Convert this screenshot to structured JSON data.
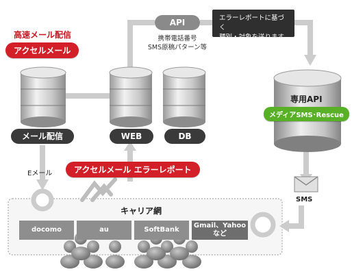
{
  "colors": {
    "accent_red": "#d21f28",
    "dark": "#3a3a3a",
    "green": "#58b027",
    "gray_arrow": "#cccccc",
    "carrier_gray": "#8e8e8e"
  },
  "header": {
    "product_caption": "高速メール配信",
    "product_name": "アクセルメール"
  },
  "nodes": {
    "mail_delivery": "メール配信",
    "web": "WEB",
    "db": "DB",
    "api": "API",
    "api_note_line1": "携帯電話番号",
    "api_note_line2": "SMS原稿パターン等",
    "dedicated_api": "専用API",
    "media_sms": "メディアSMS･Rescue"
  },
  "callout": {
    "line1": "エラーレポートに基づく",
    "line2": "種別・対象を送ります。"
  },
  "labels": {
    "email": "Eメール",
    "error_report": "アクセルメール エラーレポート",
    "sms": "SMS",
    "carrier_network": "キャリア網"
  },
  "carriers": [
    "docomo",
    "au",
    "SoftBank"
  ],
  "carrier_other_line1": "Gmail、Yahoo",
  "carrier_other_line2": "など",
  "icons": [
    "database-icon",
    "envelope-icon",
    "circle-arrow-icon",
    "person-icon",
    "bounce-arrow-icon"
  ]
}
